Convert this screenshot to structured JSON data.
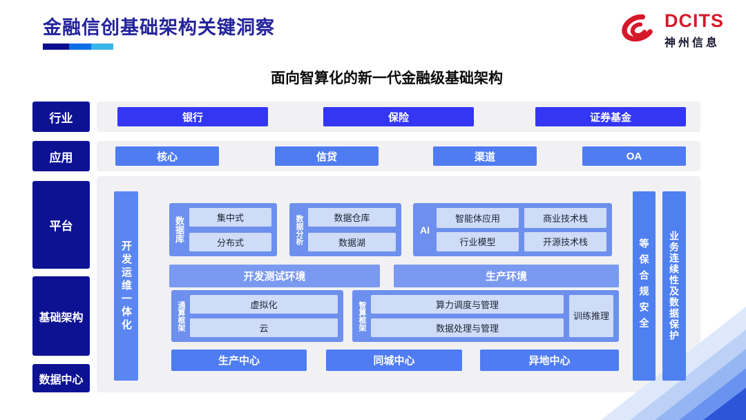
{
  "header": {
    "title": "金融信创基础架构关键洞察",
    "logo": {
      "en": "DCITS",
      "cn": "神州信息"
    },
    "subtitle": "面向智算化的新一代金融级基础架构"
  },
  "layers": {
    "industry": {
      "label": "行业",
      "items": [
        "银行",
        "保险",
        "证券基金"
      ]
    },
    "application": {
      "label": "应用",
      "items": [
        "核心",
        "信贷",
        "渠道",
        "OA"
      ]
    },
    "platform": {
      "label": "平台"
    },
    "infrastructure": {
      "label": "基础架构"
    },
    "datacenter": {
      "label": "数据中心",
      "items": [
        "生产中心",
        "同城中心",
        "异地中心"
      ]
    }
  },
  "platform_groups": {
    "database": {
      "label": "数据库",
      "items": [
        "集中式",
        "分布式"
      ]
    },
    "analytics": {
      "label": "数据分析",
      "items": [
        "数据仓库",
        "数据湖"
      ]
    },
    "ai": {
      "label": "AI",
      "items": [
        "智能体应用",
        "商业技术栈",
        "行业模型",
        "开源技术栈"
      ]
    }
  },
  "environments": {
    "dev_test": "开发测试环境",
    "production": "生产环境"
  },
  "frameworks": {
    "general": {
      "label": "通算框架",
      "items": [
        "虚拟化",
        "云"
      ]
    },
    "intelligent": {
      "label": "智算框架",
      "items": [
        "算力调度与管理",
        "数据处理与管理"
      ],
      "side": "训练推理"
    }
  },
  "side_bars": {
    "devops": "开发运维一体化",
    "security": "等保合规安全",
    "continuity": "业务连续性及数据保护"
  },
  "colors": {
    "title_navy": "#23239b",
    "label_navy": "#0d1293",
    "industry_bar": "#3336f2",
    "app_bar": "#4f7cf2",
    "group_blue": "#6d90ee",
    "env_blue": "#7a99f0",
    "side_bar_blue": "#4f80f0",
    "chip_light": "#cfdcf8",
    "track_gray": "#f1f1f4",
    "logo_red": "#d6182b"
  }
}
